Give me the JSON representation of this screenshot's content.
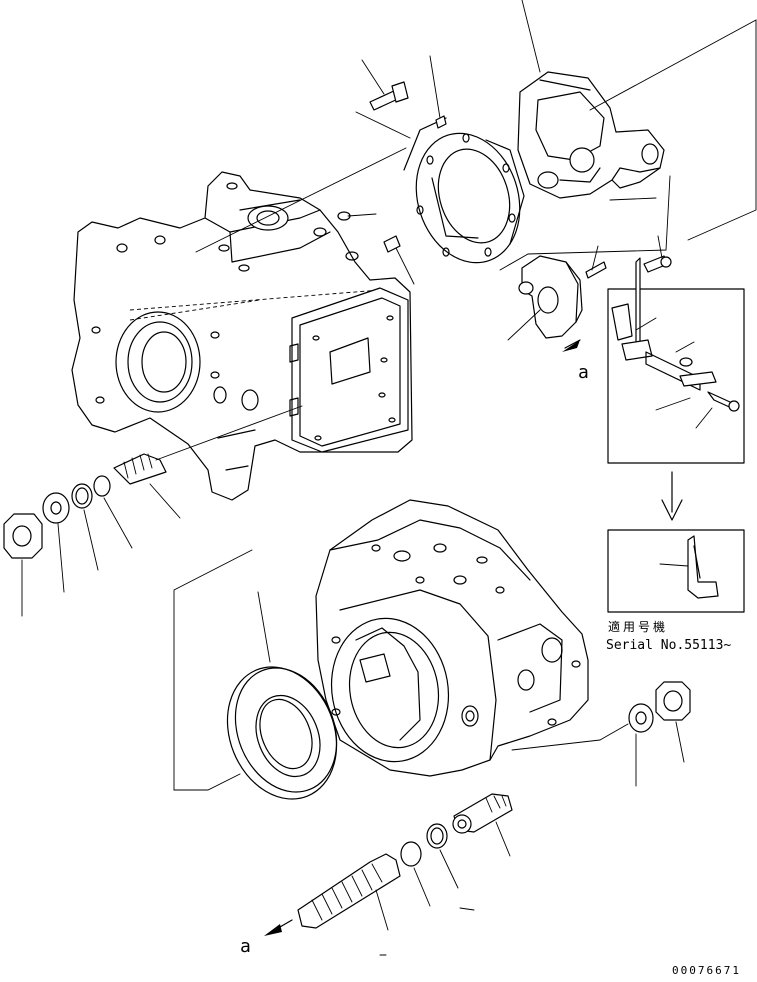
{
  "labels": {
    "callout_a_upper": "a",
    "callout_a_lower": "a",
    "applicable_models_jp": "適用号機",
    "serial_number": "Serial No.55113~",
    "drawing_number": "00076671"
  }
}
